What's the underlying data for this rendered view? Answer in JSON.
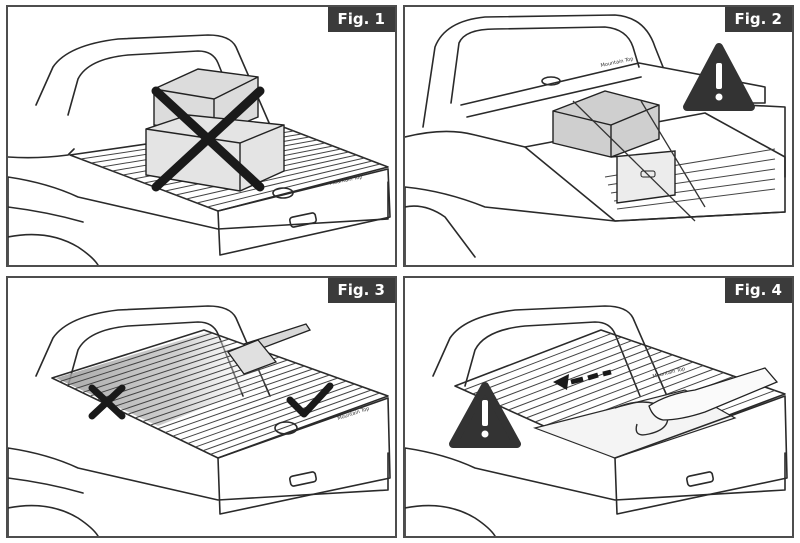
{
  "figures": [
    {
      "label": "Fig. 1",
      "brand_tag": "Mountain Top"
    },
    {
      "label": "Fig. 2",
      "brand_tag": "Mountain Top"
    },
    {
      "label": "Fig. 3",
      "brand_tag": "Mountain Top"
    },
    {
      "label": "Fig. 4",
      "brand_tag": "Mountain Top"
    }
  ],
  "icons": {
    "prohibited": "x-mark-icon",
    "warning": "warning-triangle-icon",
    "correct": "check-mark-icon",
    "direction": "arrow-left-icon"
  },
  "colors": {
    "label_bg": "#3b3b3b",
    "label_text": "#ffffff",
    "line": "#2a2a2a",
    "warning_fill": "#333333"
  }
}
